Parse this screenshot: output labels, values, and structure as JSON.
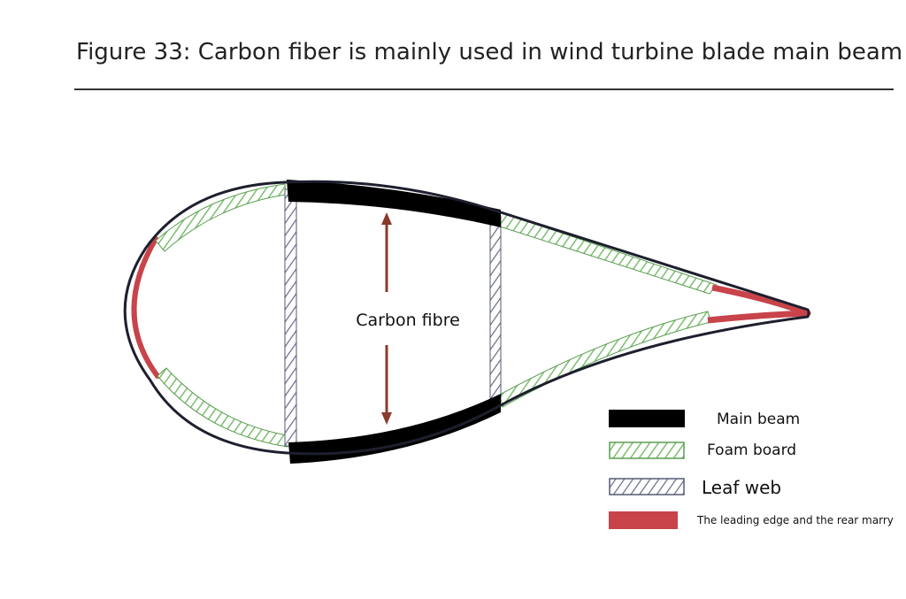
{
  "figure": {
    "title": "Figure 33: Carbon fiber is mainly used in wind turbine blade main beam"
  },
  "diagram": {
    "center_label": "Carbon fibre"
  },
  "legend": {
    "items": [
      {
        "key": "main_beam",
        "label": "Main beam",
        "swatch": "solid",
        "color": "#000000"
      },
      {
        "key": "foam_board",
        "label": "Foam board",
        "swatch": "hatch",
        "color": "#7bbf6e"
      },
      {
        "key": "leaf_web",
        "label": "Leaf web",
        "swatch": "hatch",
        "color": "#6a6f8c"
      },
      {
        "key": "edges",
        "label": "The leading edge and the rear marry",
        "swatch": "solid",
        "color": "#c8434a"
      }
    ]
  },
  "colors": {
    "outline": "#1d1f2e",
    "main_beam": "#000000",
    "foam": "#7bbf6e",
    "web": "#6a6f8c",
    "edge": "#c8434a",
    "arrow": "#8a3a2a"
  }
}
